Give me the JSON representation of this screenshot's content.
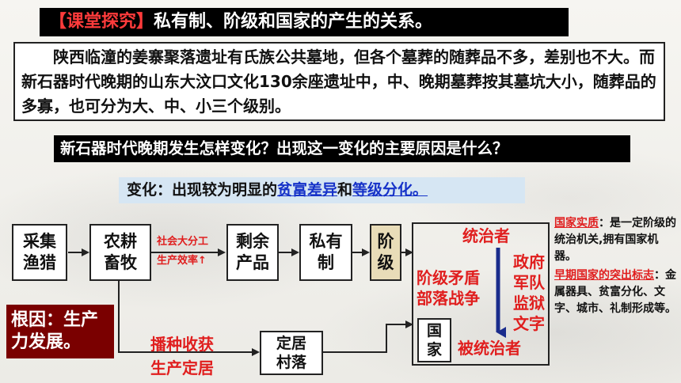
{
  "header": {
    "tag": "【课堂探究】",
    "title": "私有制、阶级和国家的产生的关系。"
  },
  "paragraph": {
    "text": "陕西临潼的姜寨聚落遗址有氏族公共墓地，但各个墓葬的随葬品不多，差别也不大。而新石器时代晚期的山东大汶口文化130余座遗址中，中、晚期墓葬按其墓坑大小，随葬品的多寡，也可分为大、中、小三个级别。"
  },
  "question": {
    "text": "新石器时代晚期发生怎样变化？出现这一变化的主要原因是什么？"
  },
  "change": {
    "prefix": "变化：出现较为明显的",
    "highlight1": "贫富差异",
    "mid": "和",
    "highlight2": "等级分化。"
  },
  "flow": {
    "gather": "采集\n渔猎",
    "farm": "农耕\n畜牧",
    "arrow_label_1": "社会大分工",
    "arrow_label_2": "生产效率↑",
    "surplus": "剩余\n产品",
    "private": "私有\n制",
    "class": "阶\n级",
    "ruler": "统治者",
    "gov": "政府\n军队\n监狱\n文字",
    "conflict": "阶级矛盾\n部落战争",
    "state": "国\n家",
    "ruled": "被统治者",
    "sow_1": "播种收获",
    "sow_2": "生产定居",
    "settle": "定居\n村落"
  },
  "root_cause": "根因：生产力发展。",
  "side_notes": {
    "essence_label": "国家实质",
    "essence_text": "：是一定阶级的统治机关,拥有国家机器。",
    "early_label": "早期国家的突出标志",
    "early_text": "：金属器具、贫富分化、文字、城市、礼制形成等。"
  },
  "colors": {
    "accent_red": "#e01e1e",
    "highlight_blue": "#1632c8",
    "root_bg": "#7a0000",
    "class_bg": "#e8dcb8",
    "change_bg": "#d6e6f3",
    "arrow_blue": "#1a2c8c"
  }
}
